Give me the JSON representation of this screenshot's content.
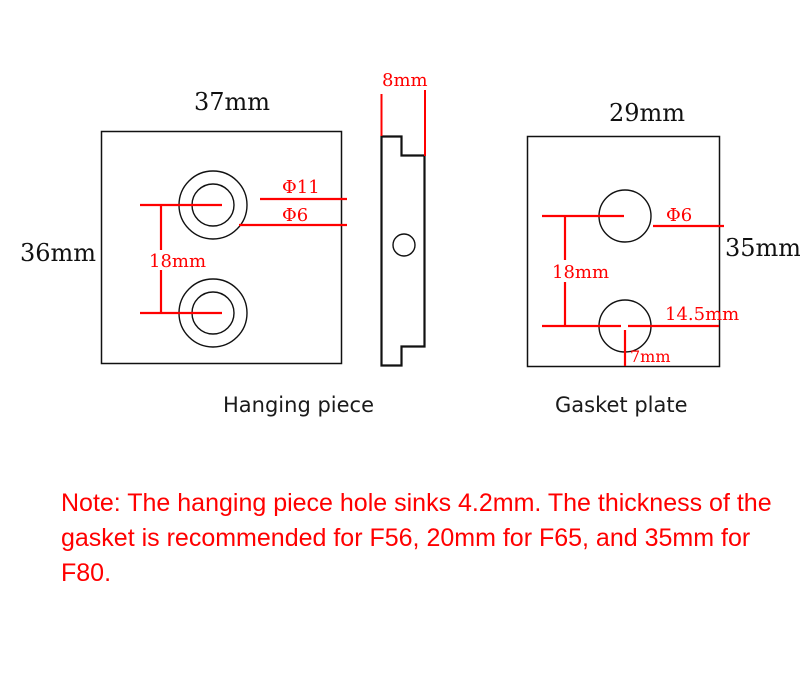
{
  "colors": {
    "outline": "#111111",
    "dimension": "#ff0000",
    "caption": "#1a1a1a",
    "note": "#ff0000",
    "background": "#ffffff"
  },
  "hanging_piece": {
    "caption": "Hanging piece",
    "width_label": "37mm",
    "height_label": "36mm",
    "outer_diameter_label": "Φ11",
    "inner_diameter_label": "Φ6",
    "hole_spacing_label": "18mm"
  },
  "side_view": {
    "thickness_label": "8mm"
  },
  "gasket_plate": {
    "caption": "Gasket plate",
    "width_label": "29mm",
    "height_label": "35mm",
    "hole_diameter_label": "Φ6",
    "hole_spacing_label": "18mm",
    "hole_offset_side_label": "14.5mm",
    "hole_offset_bottom_label": "7mm"
  },
  "note": {
    "text": "Note: The hanging piece hole sinks 4.2mm. The thickness of the gasket is recommended for F56, 20mm for F65, and 35mm for F80."
  }
}
